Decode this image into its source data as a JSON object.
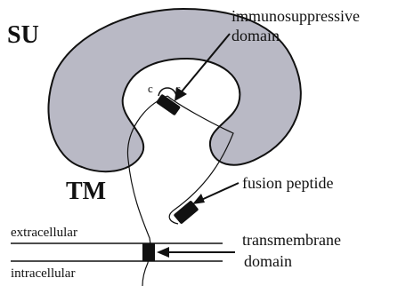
{
  "labels": {
    "su": "SU",
    "tm": "TM",
    "immunosuppressive_line1": "immunosuppressive",
    "immunosuppressive_line2": "domain",
    "fusion_peptide": "fusion peptide",
    "transmembrane_line1": "transmembrane",
    "transmembrane_line2": "domain",
    "extracellular": "extracellular",
    "intracellular": "intracellular",
    "cys_left": "c",
    "cys_right": "c"
  },
  "colors": {
    "su_fill": "#b9b9c5",
    "outline": "#111111",
    "domain_fill": "#111111",
    "background": "#ffffff"
  }
}
